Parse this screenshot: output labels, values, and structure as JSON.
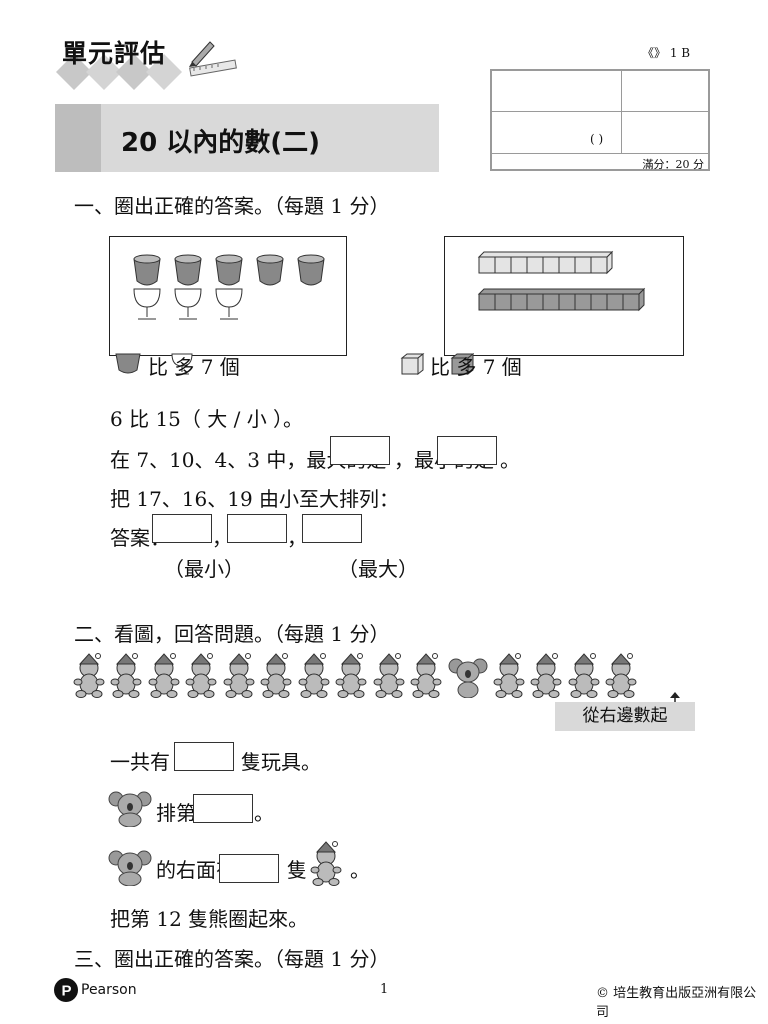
{
  "header": {
    "unit_label": "單元評估",
    "book_ref": "《》 1 B ",
    "info": {
      "cell1": "",
      "cell2": "",
      "cell3": "",
      "cell4": "",
      "paren": "(  )",
      "score": "滿分：20 分"
    }
  },
  "title": "20 以內的數(二)",
  "section1": {
    "heading": "一、圈出正確的答案。（每題 1 分）",
    "left_compare_text": "比 多 7 個 ",
    "right_compare_text": "比 多 7 個 ",
    "line_a": "6 比 15（ 大 / 小 ）。",
    "line_b": "在 7、10、4、3 中，最大的是",
    "line_b_mid": "，最小的是",
    "line_b_end": "。",
    "line_c": "把 17、16、19 由小至大排列：",
    "line_d": "答案：",
    "line_d_sep1": "，",
    "line_d_sep2": "，",
    "label_small": "（最小）",
    "label_big": "（最大）"
  },
  "section2": {
    "heading": "二、看圖，回答問題。（每題 1 分）",
    "answer_tag": "從右邊數起",
    "q1": "一共有",
    "q1_end": "隻玩具。",
    "q2_mid": "排第",
    "q2_end": "。",
    "q3_mid": "的右面有",
    "q3_end": "隻",
    "q3_tail": "。",
    "q4": "把第 12 隻熊圈起來。"
  },
  "section3": {
    "heading": "三、圈出正確的答案。（每題 1 分）"
  },
  "footer": {
    "brand": "Pearson",
    "page": "1",
    "copyright": "© 培生教育出版亞洲有限公司"
  }
}
